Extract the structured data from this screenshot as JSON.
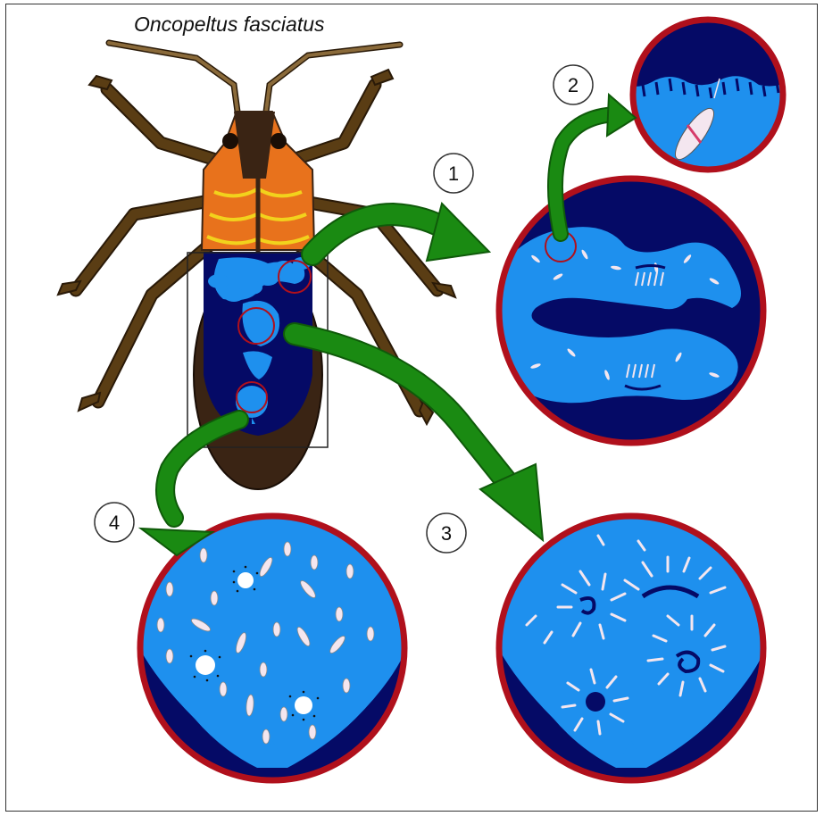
{
  "title": "Oncopeltus fasciatus",
  "labels": {
    "step1": "1",
    "step2": "2",
    "step3": "3",
    "step4": "4"
  },
  "colors": {
    "midgut_lumen": "#1e90ee",
    "dark_tissue": "#050a66",
    "circle_border": "#b0101c",
    "arrow": "#1a8a12",
    "bug_body": "#e8721c",
    "legs": "#5a3d14",
    "abdomen_tip": "#3a2414",
    "symbiont": "#f4e6ef"
  },
  "icons": [
    "milkweed-bug",
    "magnified-circle",
    "curved-arrow",
    "symbiont-bacteria"
  ]
}
